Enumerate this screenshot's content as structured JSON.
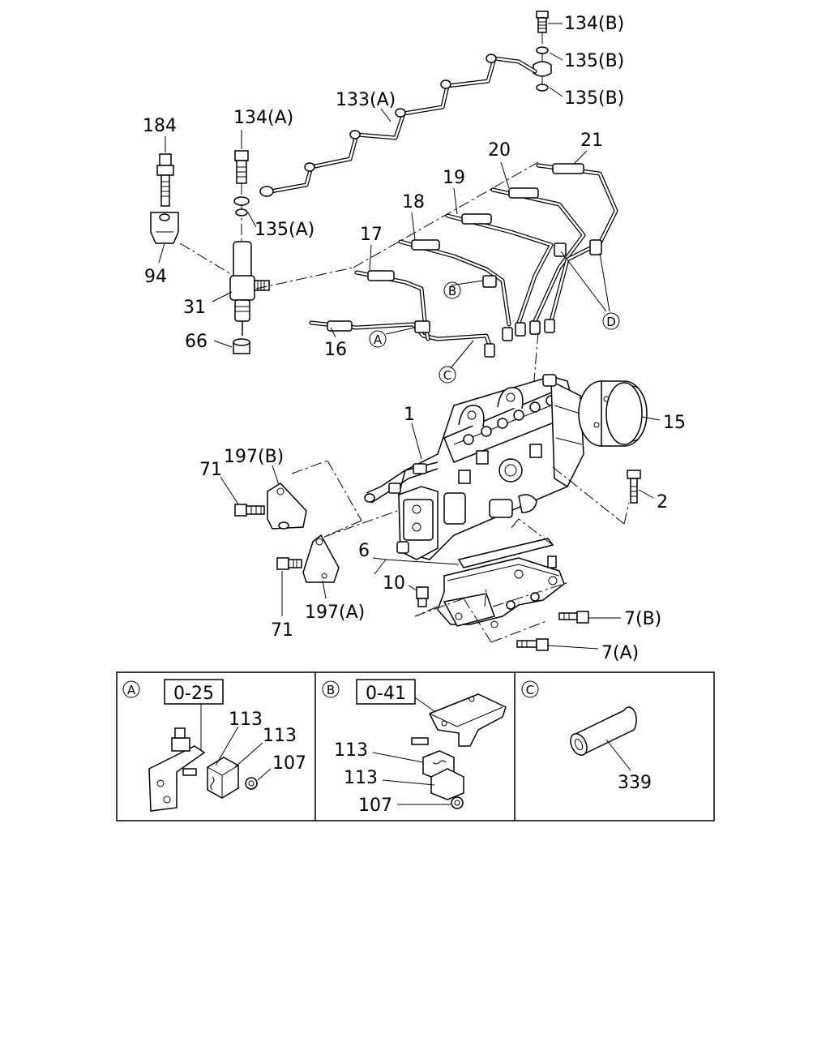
{
  "callouts": {
    "p134b": "134(B)",
    "p135b_1": "135(B)",
    "p135b_2": "135(B)",
    "p133a": "133(A)",
    "p134a": "134(A)",
    "p184": "184",
    "p135a": "135(A)",
    "p94": "94",
    "p31": "31",
    "p66": "66",
    "p16": "16",
    "p17": "17",
    "p18": "18",
    "p19": "19",
    "p20": "20",
    "p21": "21",
    "p1": "1",
    "p15": "15",
    "p2": "2",
    "p197b": "197(B)",
    "p197a": "197(A)",
    "p71_1": "71",
    "p71_2": "71",
    "p6": "6",
    "p10": "10",
    "p7b": "7(B)",
    "p7a": "7(A)"
  },
  "markers": {
    "a": "A",
    "b": "B",
    "c": "C",
    "d": "D"
  },
  "panels": {
    "a": {
      "marker": "A",
      "ref_box": "0-25",
      "labels": [
        "113",
        "113",
        "107"
      ]
    },
    "b": {
      "marker": "B",
      "ref_box": "0-41",
      "labels": [
        "113",
        "113",
        "107"
      ]
    },
    "c": {
      "marker": "C",
      "labels": [
        "339"
      ]
    }
  }
}
